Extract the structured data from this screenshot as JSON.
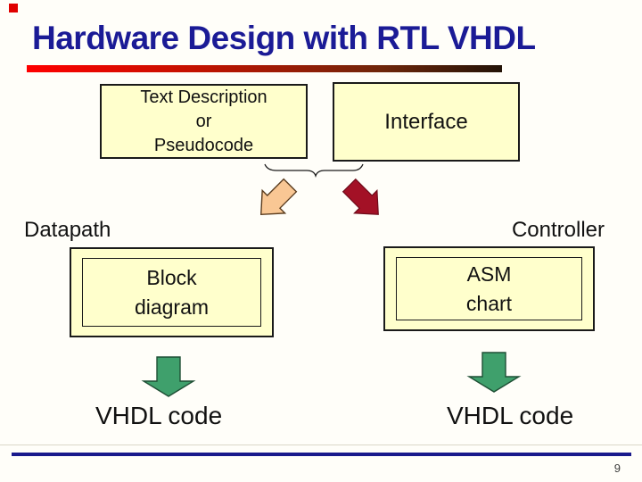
{
  "title": "Hardware Design with RTL VHDL",
  "colors": {
    "title_navy": "#1B1B96",
    "box_fill": "#FFFFCC",
    "gradient_start": "#FF0000",
    "gradient_end": "#231307",
    "corner_red": "#E00000",
    "arrow_peach": "#F9C794",
    "arrow_crimson": "#A31126",
    "arrow_green": "#3FA06C",
    "footer_navy": "#1A1A8C"
  },
  "diagram": {
    "source_box": {
      "lines": [
        "Text Description",
        "or",
        "Pseudocode"
      ]
    },
    "interface_box": {
      "label": "Interface"
    },
    "datapath_label": "Datapath",
    "controller_label": "Controller",
    "block_diagram_box": {
      "lines": [
        "Block",
        "diagram"
      ]
    },
    "asm_chart_box": {
      "lines": [
        "ASM",
        "chart"
      ]
    },
    "vhdl_code_left": "VHDL code",
    "vhdl_code_right": "VHDL code",
    "icons": {
      "underbrace": "underbrace-curve",
      "left_flow_arrow": "bent-arrow-down-left",
      "right_flow_arrow": "bent-arrow-down-right",
      "left_green_arrow": "block-arrow-down",
      "right_green_arrow": "block-arrow-down"
    }
  },
  "footer": {
    "page_number": "9"
  }
}
